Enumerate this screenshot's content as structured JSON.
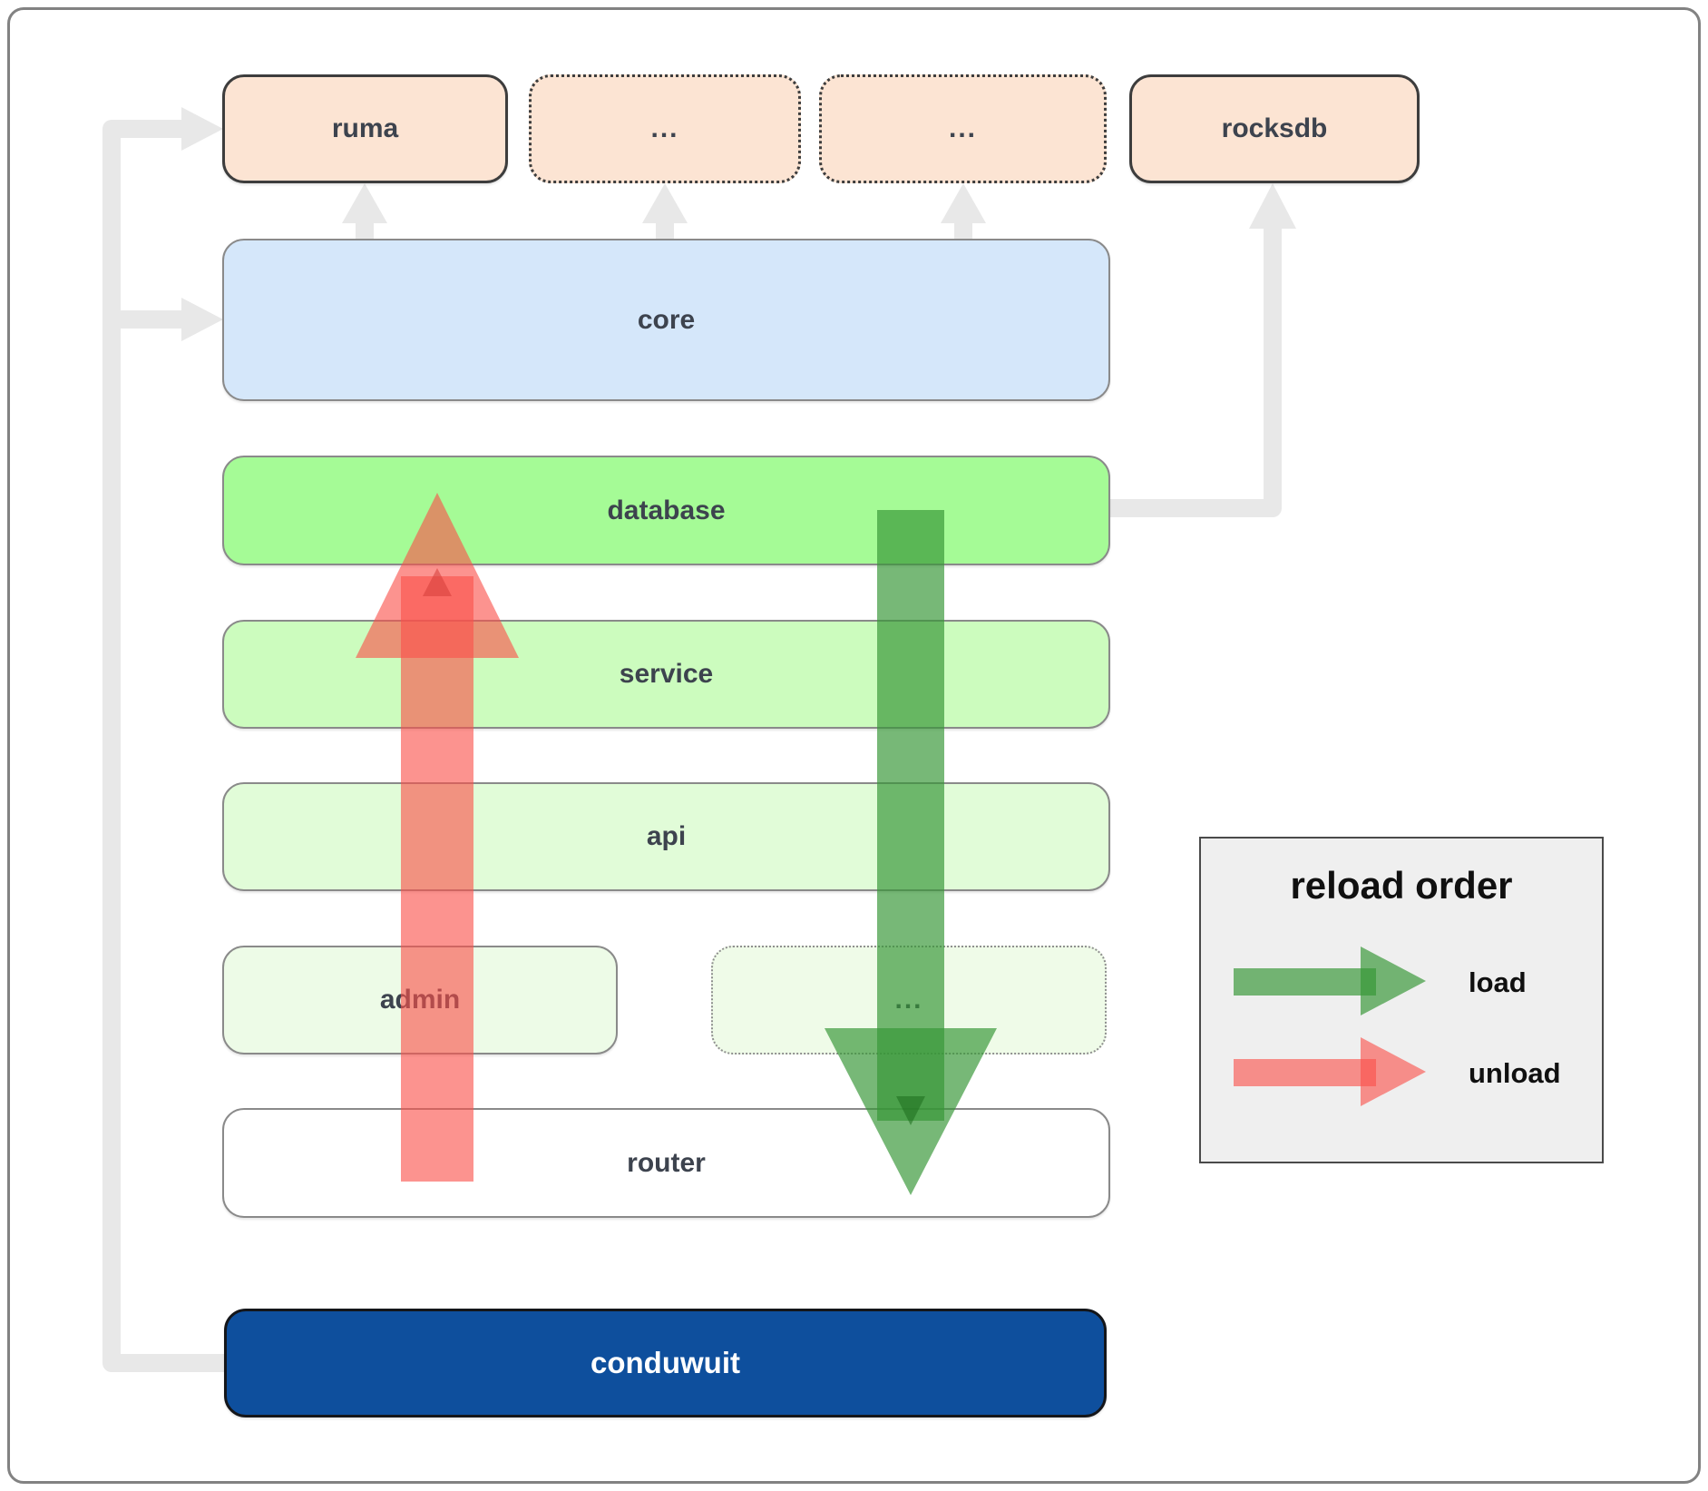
{
  "diagram": {
    "top_row": [
      {
        "label": "ruma"
      },
      {
        "label": "..."
      },
      {
        "label": "..."
      },
      {
        "label": "rocksdb"
      }
    ],
    "layers": {
      "core": "core",
      "database": "database",
      "service": "service",
      "api": "api",
      "admin": "admin",
      "admin_dots": "...",
      "router": "router"
    },
    "app": "conduwuit"
  },
  "legend": {
    "title": "reload order",
    "load_label": "load",
    "unload_label": "unload"
  },
  "colors": {
    "peach": "#fce4d3",
    "core": "#d5e7fa",
    "database": "#a5fb96",
    "service": "#ccfcbe",
    "api": "#e1fcd8",
    "admin": "#edfbe7",
    "admin_dots": "#effbe8",
    "router": "#ffffff",
    "app_bg": "#0e4f9d",
    "app_text": "#ffffff",
    "label_text": "#3d434e",
    "legend_bg": "#efefef",
    "legend_text": "#101010",
    "connector_gray": "#e8e8e8",
    "arrow_load_green": "#379637",
    "arrow_unload_red": "#fa504b",
    "chevron_green": "#1e6e1e",
    "chevron_red": "#d63c38"
  }
}
